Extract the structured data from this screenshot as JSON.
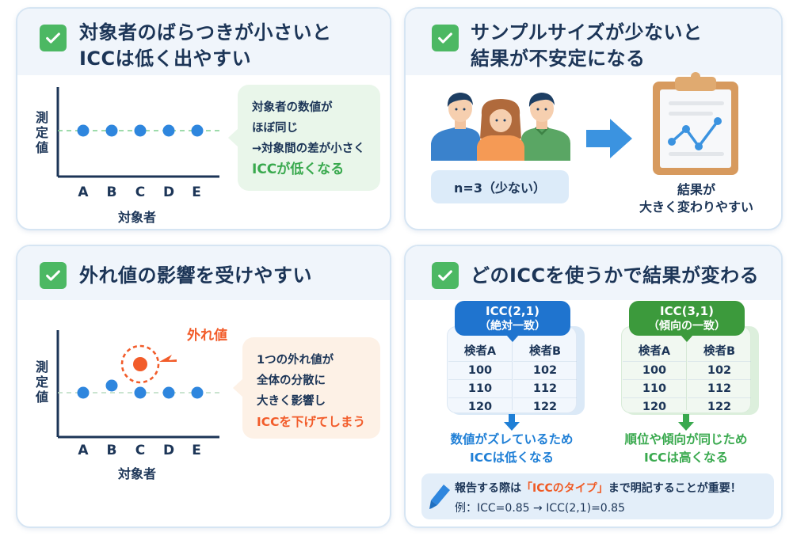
{
  "colors": {
    "navy": "#1c3557",
    "check_green": "#4cb863",
    "blue_point": "#2e86de",
    "outlier_orange": "#f25c2a",
    "green_text": "#39a94e",
    "blue_text": "#1f7fd6",
    "icc21_header": "#1f74cf",
    "icc31_header": "#3c9a3c"
  },
  "cards": [
    {
      "title_line1": "対象者のばらつきが小さいと",
      "title_line2": "ICCは低く出やすい",
      "chart": {
        "ylabel": "測定値",
        "xlabel": "対象者",
        "categories": [
          "A",
          "B",
          "C",
          "D",
          "E"
        ],
        "values": [
          1,
          1,
          1,
          1,
          1
        ],
        "reference_line": 1
      },
      "bubble": {
        "line1": "対象者の数値が",
        "line2": "ほぼ同じ",
        "line3": "→対象間の差が小さく",
        "highlight": "ICCが低くなる"
      }
    },
    {
      "title_line1": "サンプルサイズが少ないと",
      "title_line2": "結果が不安定になる",
      "sample_label": "n=3（少ない）",
      "result_line1": "結果が",
      "result_line2": "大きく変わりやすい",
      "icons": [
        "people-icon",
        "arrow-right-icon",
        "clipboard-chart-icon"
      ]
    },
    {
      "title": "外れ値の影響を受けやすい",
      "chart": {
        "ylabel": "測定値",
        "xlabel": "対象者",
        "categories": [
          "A",
          "B",
          "C",
          "D",
          "E"
        ],
        "values": [
          1,
          1.6,
          1,
          1,
          1
        ],
        "outlier": {
          "category": "C",
          "value": 3.4,
          "label": "外れ値"
        },
        "reference_line": 1
      },
      "bubble": {
        "line1": "1つの外れ値が",
        "line2": "全体の分散に",
        "line3": "大きく影響し",
        "highlight": "ICCを下げてしまう"
      }
    },
    {
      "title": "どのICCを使うかで結果が変わる",
      "tables": [
        {
          "name": "ICC(2,1)",
          "subtitle": "（絶対一致）",
          "headers": [
            "検者A",
            "検者B"
          ],
          "rows": [
            [
              "100",
              "102"
            ],
            [
              "110",
              "112"
            ],
            [
              "120",
              "122"
            ]
          ],
          "result_line1": "数値がズレているため",
          "result_line2": "ICCは低くなる"
        },
        {
          "name": "ICC(3,1)",
          "subtitle": "（傾向の一致）",
          "headers": [
            "検者A",
            "検者B"
          ],
          "rows": [
            [
              "100",
              "102"
            ],
            [
              "110",
              "112"
            ],
            [
              "120",
              "122"
            ]
          ],
          "result_line1": "順位や傾向が同じため",
          "result_line2": "ICCは高くなる"
        }
      ],
      "note": {
        "pre": "報告する際は",
        "emphasis": "「ICCのタイプ」",
        "post": "まで明記することが重要！",
        "example": "例：ICC=0.85 → ICC(2,1)=0.85"
      }
    }
  ]
}
